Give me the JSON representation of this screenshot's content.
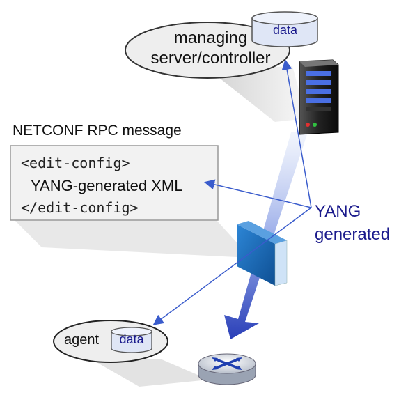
{
  "manager": {
    "label_line1": "managing",
    "label_line2": "server/controller",
    "db_label": "data"
  },
  "rpc": {
    "title": "NETCONF RPC message",
    "line1": "<edit-config>",
    "line2": "YANG-generated XML",
    "line3": "</edit-config>"
  },
  "yang": {
    "line1": "YANG",
    "line2": "generated"
  },
  "agent": {
    "label": "agent",
    "db_label": "data"
  },
  "colors": {
    "label_blue": "#1a1a8c",
    "arrow_blue": "#3a5ccc",
    "firewall_blue": "#1f6fb8"
  }
}
